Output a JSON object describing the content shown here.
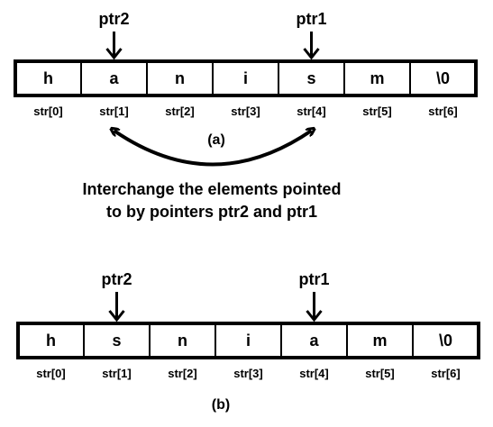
{
  "diagram_a": {
    "cells": [
      "h",
      "a",
      "n",
      "i",
      "s",
      "m",
      "\\0"
    ],
    "indices": [
      "str[0]",
      "str[1]",
      "str[2]",
      "str[3]",
      "str[4]",
      "str[5]",
      "str[6]"
    ],
    "pointers": [
      {
        "label": "ptr2",
        "target_index": 1
      },
      {
        "label": "ptr1",
        "target_index": 4
      }
    ],
    "caption": "(a)",
    "swap_arrow": {
      "from_index": 1,
      "to_index": 4
    }
  },
  "description": {
    "line1": "Interchange the elements pointed",
    "line2": "to by pointers ptr2 and ptr1"
  },
  "diagram_b": {
    "cells": [
      "h",
      "s",
      "n",
      "i",
      "a",
      "m",
      "\\0"
    ],
    "indices": [
      "str[0]",
      "str[1]",
      "str[2]",
      "str[3]",
      "str[4]",
      "str[5]",
      "str[6]"
    ],
    "pointers": [
      {
        "label": "ptr2",
        "target_index": 1
      },
      {
        "label": "ptr1",
        "target_index": 4
      }
    ],
    "caption": "(b)"
  }
}
